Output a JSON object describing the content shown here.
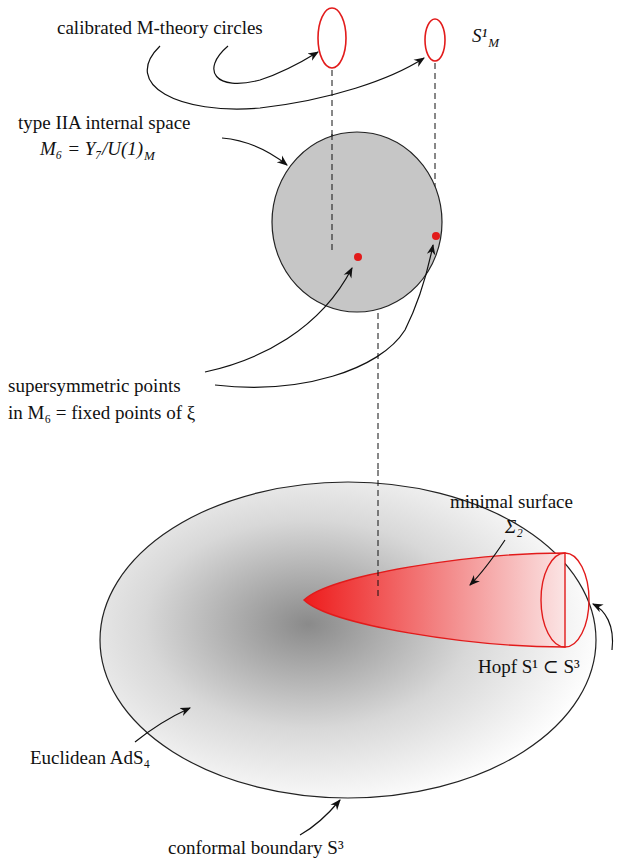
{
  "diagram": {
    "labels": [
      "calibrated M-theory circles",
      "S¹",
      "M",
      "type IIA internal space",
      "M₆ = Y₇/U(1)",
      "M",
      "supersymmetric points",
      "in M₆ = fixed points of ξ",
      "minimal surface",
      "Σ₂",
      "Hopf S¹ ⊂ S³",
      "Euclidean AdS₄",
      "conformal boundary S³"
    ]
  }
}
